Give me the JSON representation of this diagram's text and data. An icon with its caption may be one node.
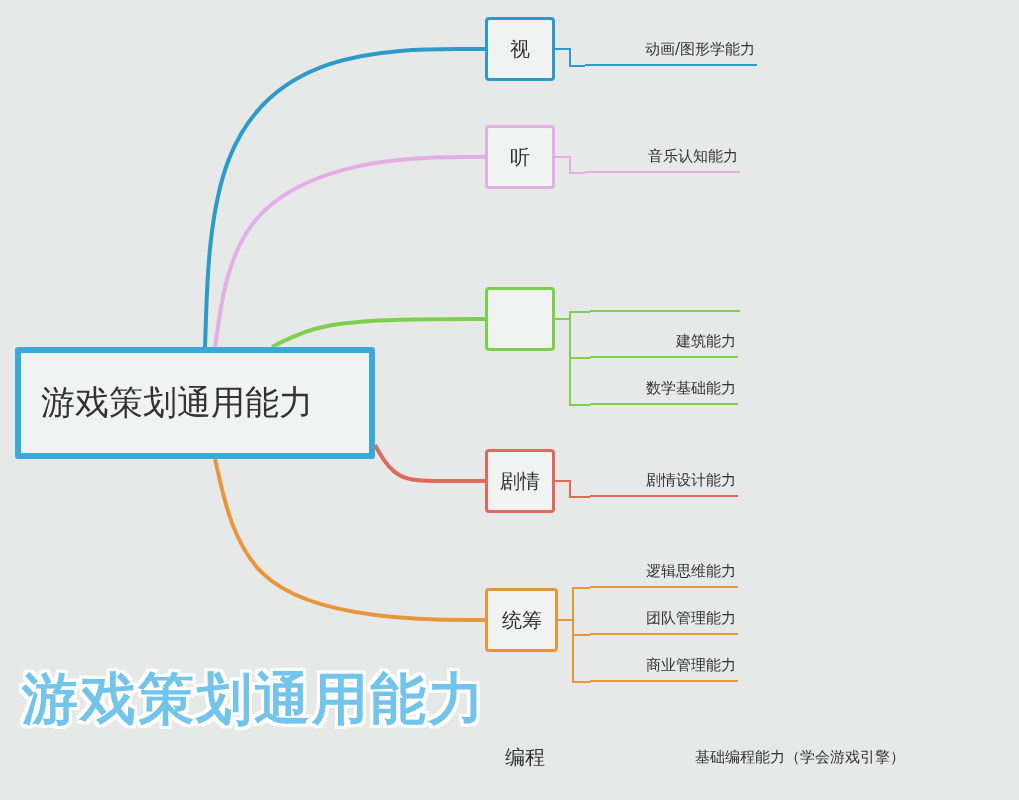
{
  "diagram": {
    "title": "游戏策划通用能力",
    "nodes": [
      {
        "text": [
          "游戏策划通用能力"
        ]
      },
      {
        "text": [
          "视"
        ]
      },
      {
        "text": [
          "动画/图形学能力"
        ]
      },
      {
        "text": [
          "听"
        ]
      },
      {
        "text": [
          "音乐认知能力"
        ]
      },
      {
        "text": [],
        "shape": "box"
      },
      {
        "text": [],
        "shape": "bar"
      },
      {
        "text": [
          "建筑能力"
        ]
      },
      {
        "text": [
          "数学基础能力"
        ]
      },
      {
        "text": [
          "剧情"
        ]
      },
      {
        "text": [
          "剧情设计能力"
        ]
      },
      {
        "text": [
          "统筹"
        ]
      },
      {
        "text": [
          "逻辑思维能力"
        ]
      },
      {
        "text": [
          "团队管理能力"
        ]
      },
      {
        "text": [
          "商业管理能力"
        ]
      },
      {
        "text": [
          "编程"
        ]
      },
      {
        "text": [
          "基础编程能力（学会游戏引擎）"
        ]
      }
    ],
    "edges": [
      {
        "from": 0,
        "to": 1,
        "arrow": "none",
        "style": "thick",
        "color": "#2d9bc7"
      },
      {
        "from": 0,
        "to": 3,
        "arrow": "none",
        "style": "thick",
        "color": "#e3b0e6"
      },
      {
        "from": 0,
        "to": 5,
        "arrow": "none",
        "style": "thick",
        "color": "#7fcf4f"
      },
      {
        "from": 0,
        "to": 9,
        "arrow": "none",
        "style": "thick",
        "color": "#e06a5a"
      },
      {
        "from": 0,
        "to": 11,
        "arrow": "none",
        "style": "thick",
        "color": "#e8963c"
      },
      {
        "from": 1,
        "to": 2,
        "arrow": "none",
        "color": "#2d9bc7"
      },
      {
        "from": 3,
        "to": 4,
        "arrow": "none",
        "color": "#e3b0e6"
      },
      {
        "from": 5,
        "to": 6,
        "arrow": "none",
        "color": "#7fcf4f"
      },
      {
        "from": 5,
        "to": 7,
        "arrow": "none",
        "color": "#7fcf4f"
      },
      {
        "from": 5,
        "to": 8,
        "arrow": "none",
        "color": "#7fcf4f"
      },
      {
        "from": 9,
        "to": 10,
        "arrow": "none",
        "color": "#e06a5a"
      },
      {
        "from": 11,
        "to": 12,
        "arrow": "none",
        "color": "#e8963c"
      },
      {
        "from": 11,
        "to": 13,
        "arrow": "none",
        "color": "#e8963c"
      },
      {
        "from": 11,
        "to": 14,
        "arrow": "none",
        "color": "#e8963c"
      }
    ]
  }
}
